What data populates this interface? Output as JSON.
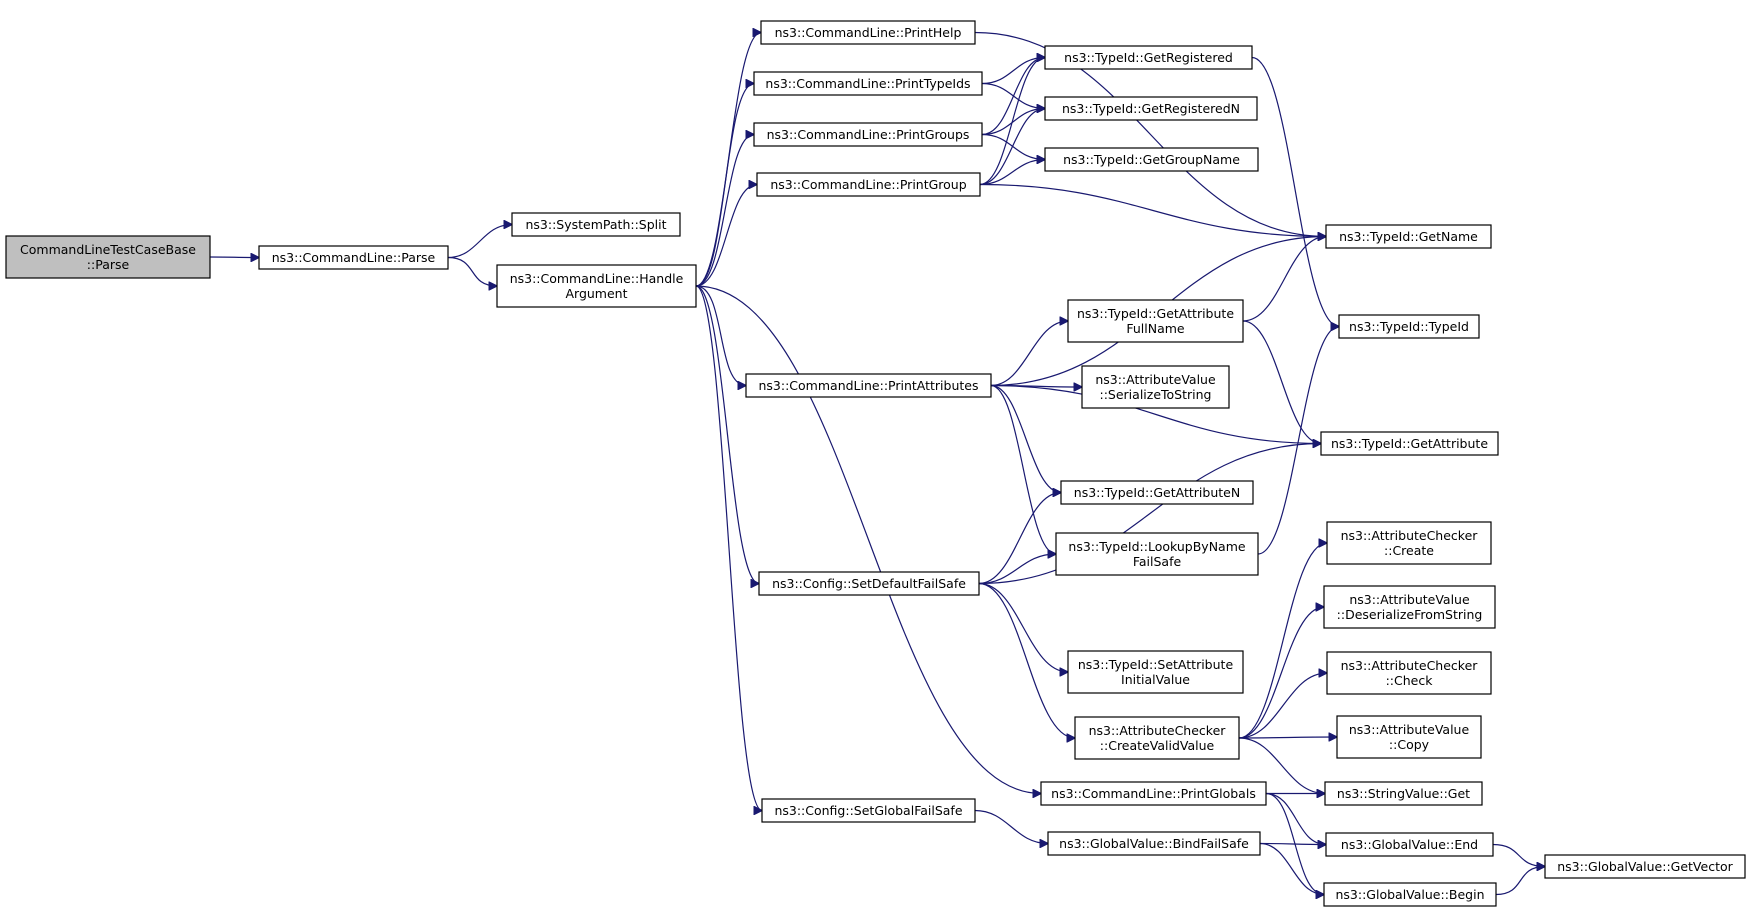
{
  "graph": {
    "nodes": [
      {
        "id": "root",
        "lines": [
          "CommandLineTestCaseBase",
          "::Parse"
        ],
        "root": true
      },
      {
        "id": "parse",
        "lines": [
          "ns3::CommandLine::Parse"
        ]
      },
      {
        "id": "split",
        "lines": [
          "ns3::SystemPath::Split"
        ]
      },
      {
        "id": "handle",
        "lines": [
          "ns3::CommandLine::Handle",
          "Argument"
        ]
      },
      {
        "id": "printHelp",
        "lines": [
          "ns3::CommandLine::PrintHelp"
        ]
      },
      {
        "id": "printTypeIds",
        "lines": [
          "ns3::CommandLine::PrintTypeIds"
        ]
      },
      {
        "id": "printGroups",
        "lines": [
          "ns3::CommandLine::PrintGroups"
        ]
      },
      {
        "id": "printGroup",
        "lines": [
          "ns3::CommandLine::PrintGroup"
        ]
      },
      {
        "id": "getRegistered",
        "lines": [
          "ns3::TypeId::GetRegistered"
        ]
      },
      {
        "id": "getRegisteredN",
        "lines": [
          "ns3::TypeId::GetRegisteredN"
        ]
      },
      {
        "id": "getGroupName",
        "lines": [
          "ns3::TypeId::GetGroupName"
        ]
      },
      {
        "id": "getName",
        "lines": [
          "ns3::TypeId::GetName"
        ]
      },
      {
        "id": "typeId",
        "lines": [
          "ns3::TypeId::TypeId"
        ]
      },
      {
        "id": "getAttrFullName",
        "lines": [
          "ns3::TypeId::GetAttribute",
          "FullName"
        ]
      },
      {
        "id": "printAttributes",
        "lines": [
          "ns3::CommandLine::PrintAttributes"
        ]
      },
      {
        "id": "serializeToString",
        "lines": [
          "ns3::AttributeValue",
          "::SerializeToString"
        ]
      },
      {
        "id": "getAttribute",
        "lines": [
          "ns3::TypeId::GetAttribute"
        ]
      },
      {
        "id": "getAttributeN",
        "lines": [
          "ns3::TypeId::GetAttributeN"
        ]
      },
      {
        "id": "lookupByName",
        "lines": [
          "ns3::TypeId::LookupByName",
          "FailSafe"
        ]
      },
      {
        "id": "setDefaultFailSafe",
        "lines": [
          "ns3::Config::SetDefaultFailSafe"
        ]
      },
      {
        "id": "attrCheckerCreate",
        "lines": [
          "ns3::AttributeChecker",
          "::Create"
        ]
      },
      {
        "id": "deserializeFromString",
        "lines": [
          "ns3::AttributeValue",
          "::DeserializeFromString"
        ]
      },
      {
        "id": "setAttrInitialValue",
        "lines": [
          "ns3::TypeId::SetAttribute",
          "InitialValue"
        ]
      },
      {
        "id": "attrCheckerCheck",
        "lines": [
          "ns3::AttributeChecker",
          "::Check"
        ]
      },
      {
        "id": "createValidValue",
        "lines": [
          "ns3::AttributeChecker",
          "::CreateValidValue"
        ]
      },
      {
        "id": "attrValueCopy",
        "lines": [
          "ns3::AttributeValue",
          "::Copy"
        ]
      },
      {
        "id": "printGlobals",
        "lines": [
          "ns3::CommandLine::PrintGlobals"
        ]
      },
      {
        "id": "stringValueGet",
        "lines": [
          "ns3::StringValue::Get"
        ]
      },
      {
        "id": "setGlobalFailSafe",
        "lines": [
          "ns3::Config::SetGlobalFailSafe"
        ]
      },
      {
        "id": "bindFailSafe",
        "lines": [
          "ns3::GlobalValue::BindFailSafe"
        ]
      },
      {
        "id": "gvEnd",
        "lines": [
          "ns3::GlobalValue::End"
        ]
      },
      {
        "id": "gvBegin",
        "lines": [
          "ns3::GlobalValue::Begin"
        ]
      },
      {
        "id": "gvGetVector",
        "lines": [
          "ns3::GlobalValue::GetVector"
        ]
      }
    ],
    "edges": [
      [
        "root",
        "parse"
      ],
      [
        "parse",
        "split"
      ],
      [
        "parse",
        "handle"
      ],
      [
        "handle",
        "printHelp"
      ],
      [
        "handle",
        "printTypeIds"
      ],
      [
        "handle",
        "printGroups"
      ],
      [
        "handle",
        "printGroup"
      ],
      [
        "handle",
        "printAttributes"
      ],
      [
        "handle",
        "setDefaultFailSafe"
      ],
      [
        "handle",
        "printGlobals"
      ],
      [
        "handle",
        "setGlobalFailSafe"
      ],
      [
        "printHelp",
        "getName"
      ],
      [
        "printTypeIds",
        "getRegistered"
      ],
      [
        "printTypeIds",
        "getRegisteredN"
      ],
      [
        "printGroups",
        "getRegistered"
      ],
      [
        "printGroups",
        "getRegisteredN"
      ],
      [
        "printGroups",
        "getGroupName"
      ],
      [
        "printGroup",
        "getRegistered"
      ],
      [
        "printGroup",
        "getRegisteredN"
      ],
      [
        "printGroup",
        "getGroupName"
      ],
      [
        "printGroup",
        "getName"
      ],
      [
        "getRegistered",
        "typeId"
      ],
      [
        "getAttrFullName",
        "getName"
      ],
      [
        "getAttrFullName",
        "getAttribute"
      ],
      [
        "printAttributes",
        "getName"
      ],
      [
        "printAttributes",
        "getAttrFullName"
      ],
      [
        "printAttributes",
        "serializeToString"
      ],
      [
        "printAttributes",
        "getAttribute"
      ],
      [
        "printAttributes",
        "getAttributeN"
      ],
      [
        "printAttributes",
        "lookupByName"
      ],
      [
        "lookupByName",
        "typeId"
      ],
      [
        "setDefaultFailSafe",
        "getAttributeN"
      ],
      [
        "setDefaultFailSafe",
        "lookupByName"
      ],
      [
        "setDefaultFailSafe",
        "getAttribute"
      ],
      [
        "setDefaultFailSafe",
        "setAttrInitialValue"
      ],
      [
        "setDefaultFailSafe",
        "createValidValue"
      ],
      [
        "createValidValue",
        "attrCheckerCreate"
      ],
      [
        "createValidValue",
        "deserializeFromString"
      ],
      [
        "createValidValue",
        "attrCheckerCheck"
      ],
      [
        "createValidValue",
        "attrValueCopy"
      ],
      [
        "createValidValue",
        "stringValueGet"
      ],
      [
        "printGlobals",
        "stringValueGet"
      ],
      [
        "printGlobals",
        "gvEnd"
      ],
      [
        "printGlobals",
        "gvBegin"
      ],
      [
        "setGlobalFailSafe",
        "bindFailSafe"
      ],
      [
        "bindFailSafe",
        "gvEnd"
      ],
      [
        "bindFailSafe",
        "gvBegin"
      ],
      [
        "gvEnd",
        "gvGetVector"
      ],
      [
        "gvBegin",
        "gvGetVector"
      ]
    ]
  }
}
